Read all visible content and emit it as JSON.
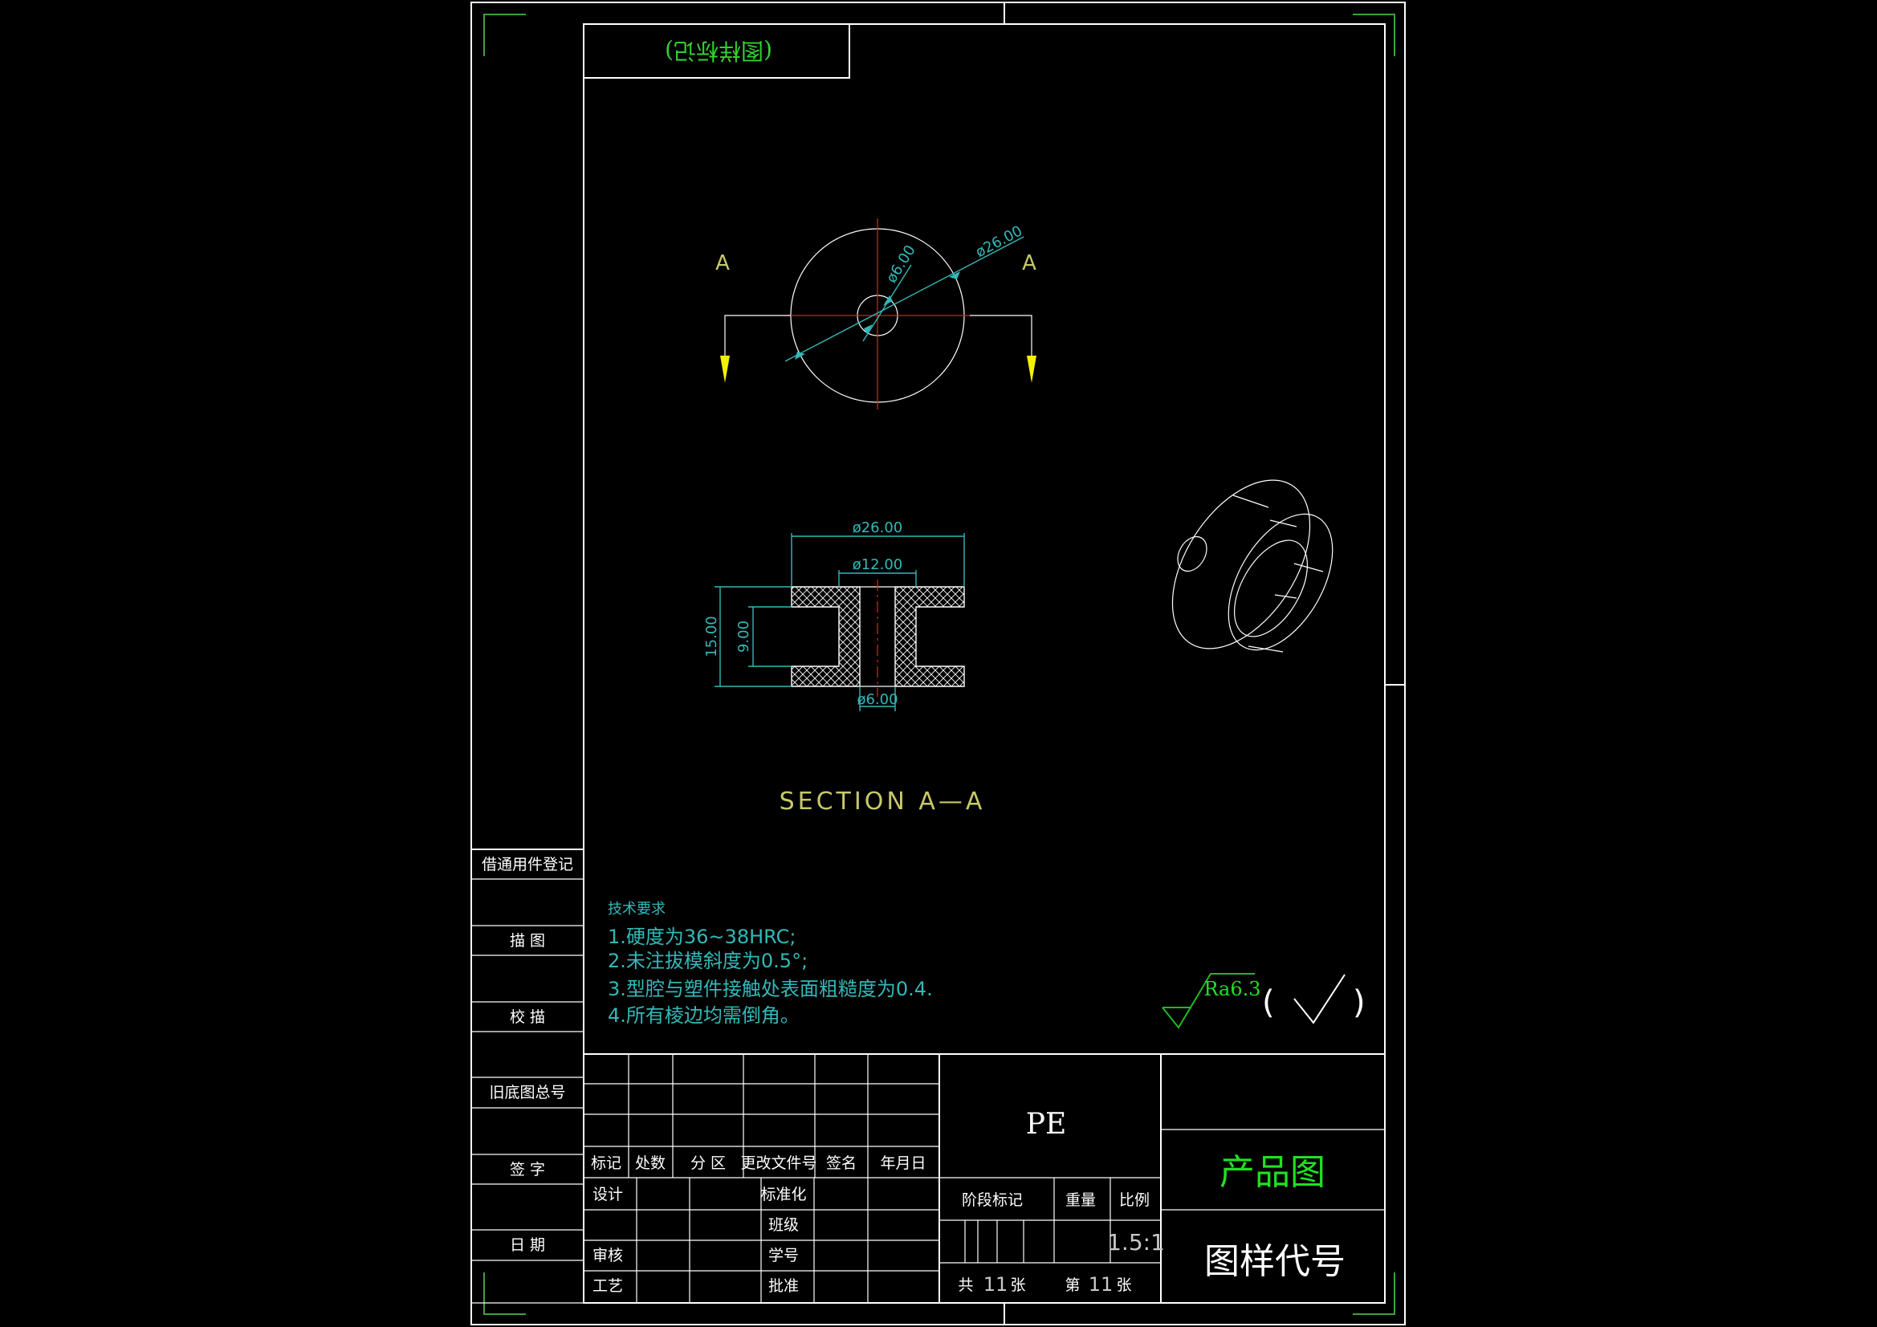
{
  "stamp_label": "(图样标记)",
  "view_labels": {
    "left": "A",
    "right": "A"
  },
  "dimensions": {
    "top_outer": "ø26.00",
    "top_inner": "ø6.00",
    "sec_outer": "ø26.00",
    "sec_mid": "ø12.00",
    "sec_inner": "ø6.00",
    "sec_height": "15.00",
    "sec_gap": "9.00"
  },
  "section_title": "SECTION  A—A",
  "notes": {
    "heading": "技术要求",
    "items": [
      "1.硬度为36~38HRC;",
      "2.未注拔模斜度为0.5°;",
      "3.型腔与塑件接触处表面粗糙度为0.4.",
      "4.所有棱边均需倒角。"
    ]
  },
  "roughness": {
    "value": "Ra6.3",
    "paren_open": "(",
    "paren_close": ")"
  },
  "side_column": [
    "借通用件登记",
    "描    图",
    "校    描",
    "旧底图总号",
    "签    字",
    "日    期"
  ],
  "revision_header": [
    "标记",
    "处数",
    "分    区",
    "更改文件号",
    "签名",
    "年月日"
  ],
  "sign_rows": [
    "设计",
    "审核",
    "工艺"
  ],
  "std_rows": [
    "标准化",
    "班级",
    "学号",
    "批准"
  ],
  "material": "PE",
  "stage_header": [
    "阶段标记",
    "重量",
    "比例"
  ],
  "scale": "1.5:1",
  "sheet": {
    "total_prefix": "共",
    "total": "11",
    "total_suffix": "张",
    "num_prefix": "第",
    "num": "11",
    "num_suffix": "张"
  },
  "drawing_title": "产品图",
  "drawing_number": "图样代号",
  "colors": {
    "line": "#ffffff",
    "dimension": "#33b8b8",
    "center": "#d81e1e",
    "arrow": "#f2f200",
    "title": "#22e022",
    "corner": "#3fa03f"
  }
}
